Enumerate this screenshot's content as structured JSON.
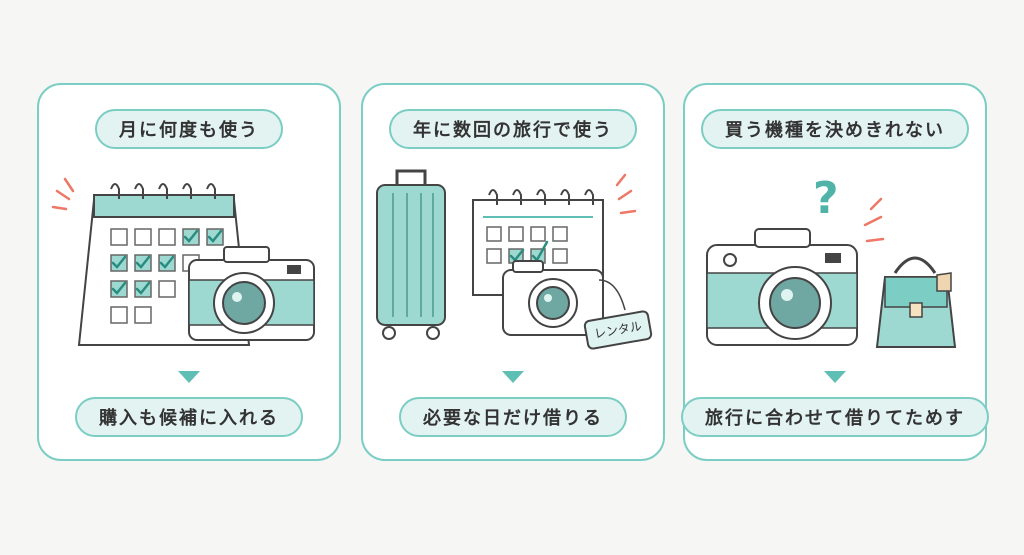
{
  "cards": [
    {
      "title": "月に何度も使う",
      "result": "購入も候補に入れる"
    },
    {
      "title": "年に数回の旅行で使う",
      "result": "必要な日だけ借りる",
      "tag_label": "レンタル"
    },
    {
      "title": "買う機種を決めきれない",
      "result": "旅行に合わせて借りてためす",
      "symbol": "?"
    }
  ],
  "colors": {
    "teal": "#7ccdc4",
    "teal_light": "#e2f3f1",
    "accent_red": "#ee7766",
    "ink": "#444444"
  }
}
